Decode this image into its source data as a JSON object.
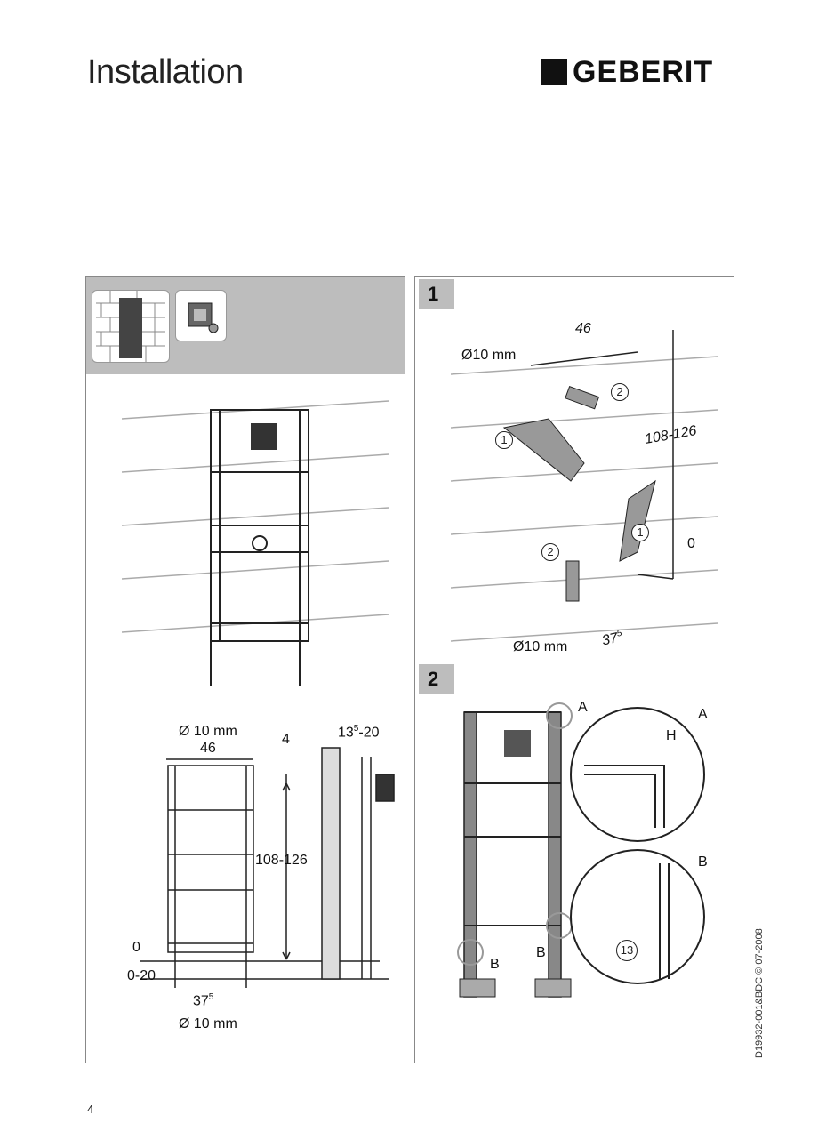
{
  "header": {
    "title": "Installation",
    "logo_text": "GEBERIT"
  },
  "left_panel": {
    "thumbnails": [
      "brick-wall-with-block-icon",
      "flush-valve-box-icon"
    ],
    "dimensions": {
      "top_drill": "Ø 10 mm",
      "width": "46",
      "top_offset": "4",
      "depth": "13",
      "depth_sup": "5",
      "depth_suffix": "-20",
      "height": "108-126",
      "zero": "0",
      "floor_range": "0-20",
      "foot_spacing": "37",
      "foot_spacing_sup": "5",
      "bottom_drill": "Ø 10 mm"
    }
  },
  "step1": {
    "number": "1",
    "width": "46",
    "drill_top": "Ø10 mm",
    "height": "108-126",
    "zero": "0",
    "drill_bottom": "Ø10 mm",
    "foot_spacing": "37",
    "foot_spacing_sup": "5",
    "callouts": [
      "1",
      "2",
      "1",
      "2"
    ]
  },
  "step2": {
    "number": "2",
    "detail_a": "A",
    "detail_a_label": "A",
    "h_label": "H",
    "detail_b": "B",
    "detail_b_left": "B",
    "detail_b_right": "B",
    "wrench_size": "13"
  },
  "footer": {
    "page_number": "4",
    "document_code": "D19932-001&BDC © 07-2008"
  },
  "colors": {
    "panel_header": "#bdbdbd",
    "border": "#888888",
    "text": "#222222"
  }
}
